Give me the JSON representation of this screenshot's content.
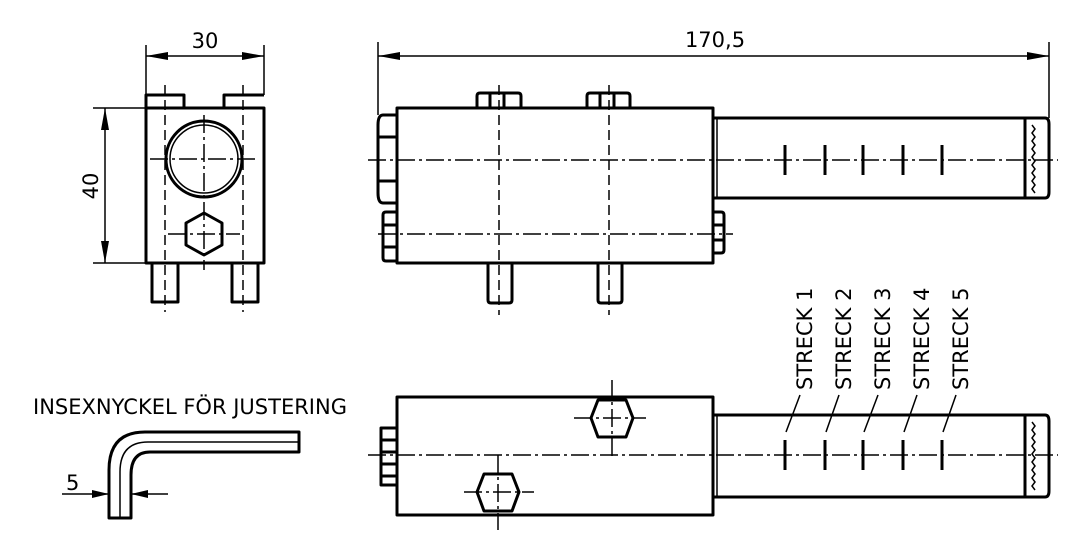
{
  "dimensions": {
    "width": "30",
    "height": "40",
    "length": "170,5",
    "key_size": "5"
  },
  "labels": {
    "hex_key": "INSEXNYCKEL FÖR JUSTERING",
    "marks": [
      "STRECK 1",
      "STRECK 2",
      "STRECK 3",
      "STRECK 4",
      "STRECK 5"
    ]
  }
}
